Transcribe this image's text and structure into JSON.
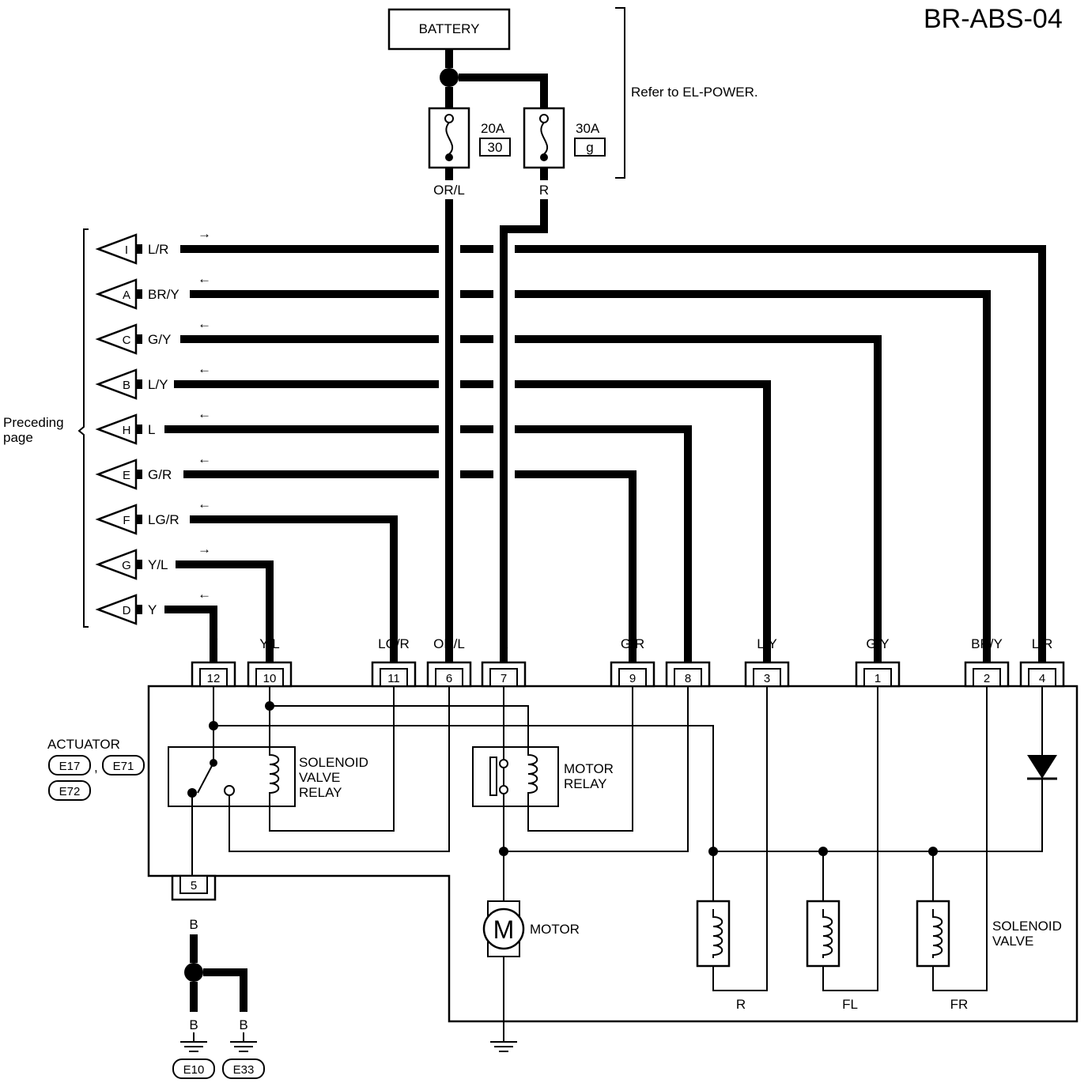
{
  "title": "BR-ABS-04",
  "battery_label": "BATTERY",
  "refer_note": "Refer to EL-POWER.",
  "fuses": [
    {
      "rating": "20A",
      "number": "30",
      "wire": "OR/L"
    },
    {
      "rating": "30A",
      "number": "g",
      "wire": "R"
    }
  ],
  "preceding_page": [
    "Preceding",
    "page"
  ],
  "connectors_in": [
    {
      "id": "I",
      "wire": "L/R",
      "dir": "→"
    },
    {
      "id": "A",
      "wire": "BR/Y",
      "dir": "←"
    },
    {
      "id": "C",
      "wire": "G/Y",
      "dir": "←"
    },
    {
      "id": "B",
      "wire": "L/Y",
      "dir": "←"
    },
    {
      "id": "H",
      "wire": "L",
      "dir": "←"
    },
    {
      "id": "E",
      "wire": "G/R",
      "dir": "←"
    },
    {
      "id": "F",
      "wire": "LG/R",
      "dir": "←"
    },
    {
      "id": "G",
      "wire": "Y/L",
      "dir": "→"
    },
    {
      "id": "D",
      "wire": "Y",
      "dir": "←"
    }
  ],
  "terminals": [
    {
      "wire": "Y",
      "pin": "12"
    },
    {
      "wire": "Y/L",
      "pin": "10"
    },
    {
      "wire": "LG/R",
      "pin": "11"
    },
    {
      "wire": "OR/L",
      "pin": "6"
    },
    {
      "wire": "R",
      "pin": "7"
    },
    {
      "wire": "G/R",
      "pin": "9"
    },
    {
      "wire": "L",
      "pin": "8"
    },
    {
      "wire": "L/Y",
      "pin": "3"
    },
    {
      "wire": "G/Y",
      "pin": "1"
    },
    {
      "wire": "BR/Y",
      "pin": "2"
    },
    {
      "wire": "L/R",
      "pin": "4"
    }
  ],
  "actuator": {
    "label": "ACTUATOR",
    "connectors": [
      "E17",
      "E71",
      "E72"
    ],
    "separator": ","
  },
  "components": {
    "solenoid_valve_relay": [
      "SOLENOID",
      "VALVE",
      "RELAY"
    ],
    "motor_relay": [
      "MOTOR",
      "RELAY"
    ],
    "motor_symbol": "M",
    "motor": "MOTOR",
    "solenoid_valve": [
      "SOLENOID",
      "VALVE"
    ],
    "valves": [
      "R",
      "FL",
      "FR"
    ]
  },
  "ground": {
    "pin": "5",
    "wire": "B",
    "wire_left": "B",
    "wire_right": "B",
    "connectors": [
      "E10",
      "E33"
    ]
  }
}
